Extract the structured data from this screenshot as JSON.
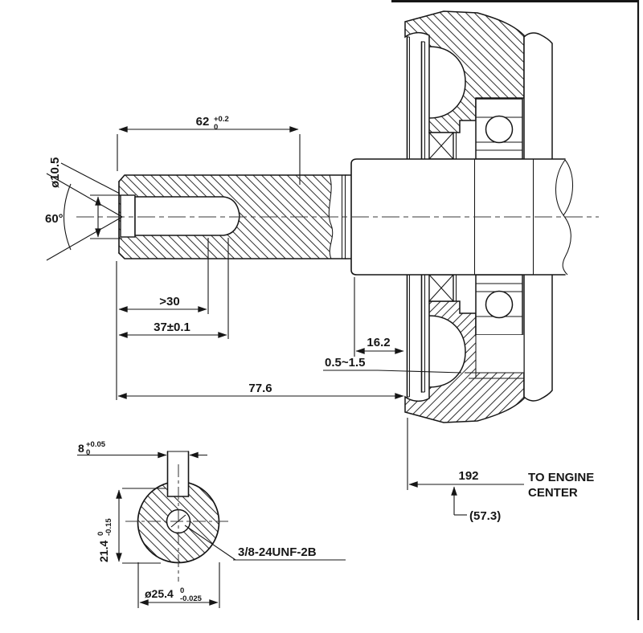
{
  "drawing_type": "engineering-section-drawing",
  "dims": {
    "key_length": {
      "text": "62",
      "tol_upper": "+0.2",
      "tol_lower": "0"
    },
    "hole_dia": {
      "text": "ø10.5"
    },
    "countersink_angle": {
      "text": "60°"
    },
    "thread_depth": {
      "text": ">30"
    },
    "drill_depth": {
      "text": "37±0.1"
    },
    "shoulder_len": {
      "text": "16.2"
    },
    "clearance": {
      "text": "0.5~1.5"
    },
    "shaft_len": {
      "text": "77.6"
    },
    "engine_dist": {
      "text": "192"
    },
    "engine_note_1": {
      "text": "TO  ENGINE"
    },
    "engine_note_2": {
      "text": "CENTER"
    },
    "offset_ref": {
      "text": "(57.3)"
    },
    "keyway_width": {
      "text": "8",
      "tol_upper": "+0.05",
      "tol_lower": "0"
    },
    "keyway_height": {
      "text": "21.4",
      "tol_upper": "0",
      "tol_lower": "-0.15"
    },
    "shaft_dia": {
      "text": "ø25.4",
      "tol_upper": "0",
      "tol_lower": "-0.025"
    },
    "thread_spec": {
      "text": "3/8-24UNF-2B"
    }
  },
  "colors": {
    "line": "#161616",
    "background": "#ffffff"
  }
}
